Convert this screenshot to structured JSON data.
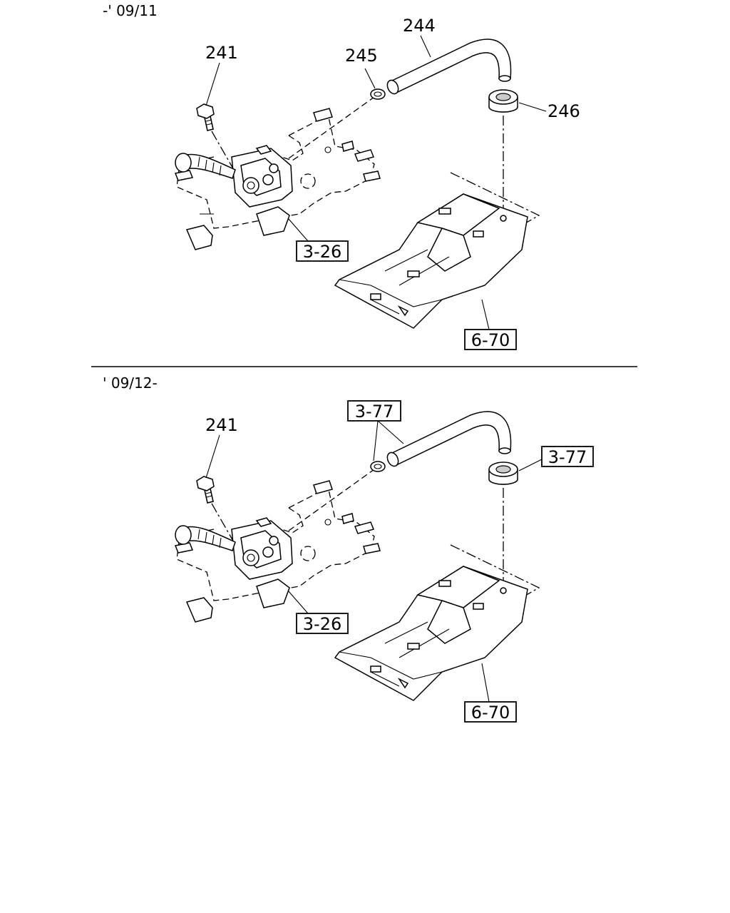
{
  "sections": [
    {
      "date_range": "-' 09/11",
      "labels": {
        "bolt": "241",
        "hose": "244",
        "clip": "245",
        "grommet": "246"
      },
      "refs": {
        "bracket": "3-26",
        "tank": "6-70"
      }
    },
    {
      "date_range": "' 09/12-",
      "labels": {
        "bolt": "241"
      },
      "refs": {
        "hose": "3-77",
        "grommet": "3-77",
        "bracket": "3-26",
        "tank": "6-70"
      }
    }
  ]
}
